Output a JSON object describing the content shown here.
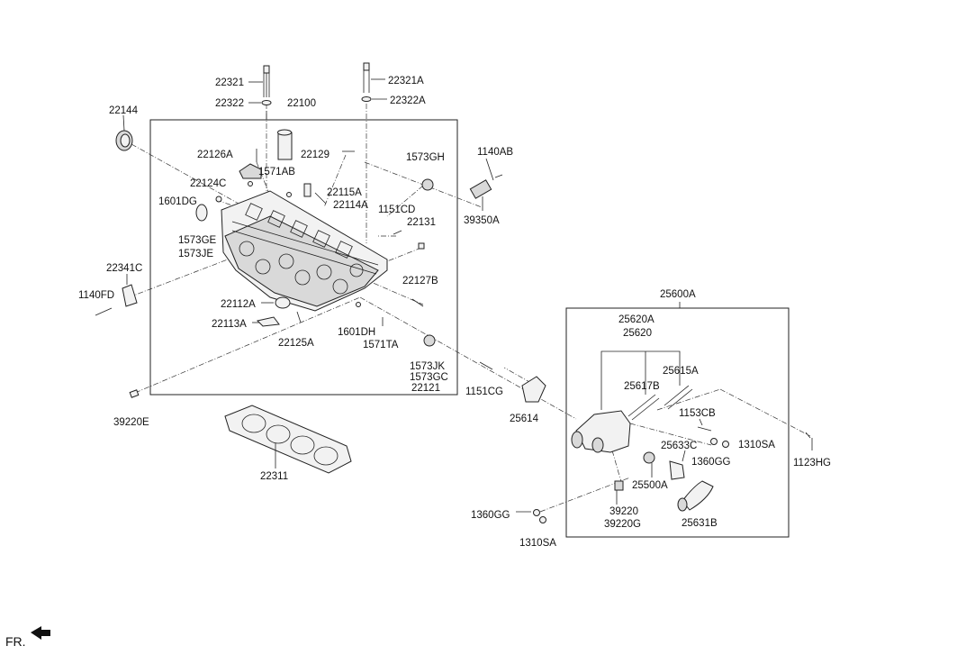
{
  "labels": {
    "l22321": "22321",
    "l22322": "22322",
    "l22321A": "22321A",
    "l22322A": "22322A",
    "l22100": "22100",
    "l22144": "22144",
    "l22126A": "22126A",
    "l22129": "22129",
    "l1573GH": "1573GH",
    "l1140AB": "1140AB",
    "l1571AB": "1571AB",
    "l22124C": "22124C",
    "l22115A": "22115A",
    "l22114A": "22114A",
    "l1601DG": "1601DG",
    "l1151CD": "1151CD",
    "l22131": "22131",
    "l39350A": "39350A",
    "l1573GE": "1573GE",
    "l1573JE": "1573JE",
    "l22341C": "22341C",
    "l22127B": "22127B",
    "l1140FD": "1140FD",
    "l22112A": "22112A",
    "l22113A": "22113A",
    "l1601DH": "1601DH",
    "l22125A": "22125A",
    "l1571TA": "1571TA",
    "l1573JK": "1573JK",
    "l1573GC": "1573GC",
    "l22121": "22121",
    "l1151CG": "1151CG",
    "l25614": "25614",
    "l39220E": "39220E",
    "l22311": "22311",
    "l25600A": "25600A",
    "l25620A": "25620A",
    "l25620": "25620",
    "l25617B": "25617B",
    "l25615A": "25615A",
    "l1153CB": "1153CB",
    "l25633C": "25633C",
    "l1310SA_a": "1310SA",
    "l1360GG_a": "1360GG",
    "l1123HG": "1123HG",
    "l25500A": "25500A",
    "l39220": "39220",
    "l39220G": "39220G",
    "l25631B": "25631B",
    "l1360GG_b": "1360GG",
    "l1310SA_b": "1310SA",
    "fr": "FR."
  },
  "icons": {
    "front_arrow": "front-arrow-icon"
  }
}
